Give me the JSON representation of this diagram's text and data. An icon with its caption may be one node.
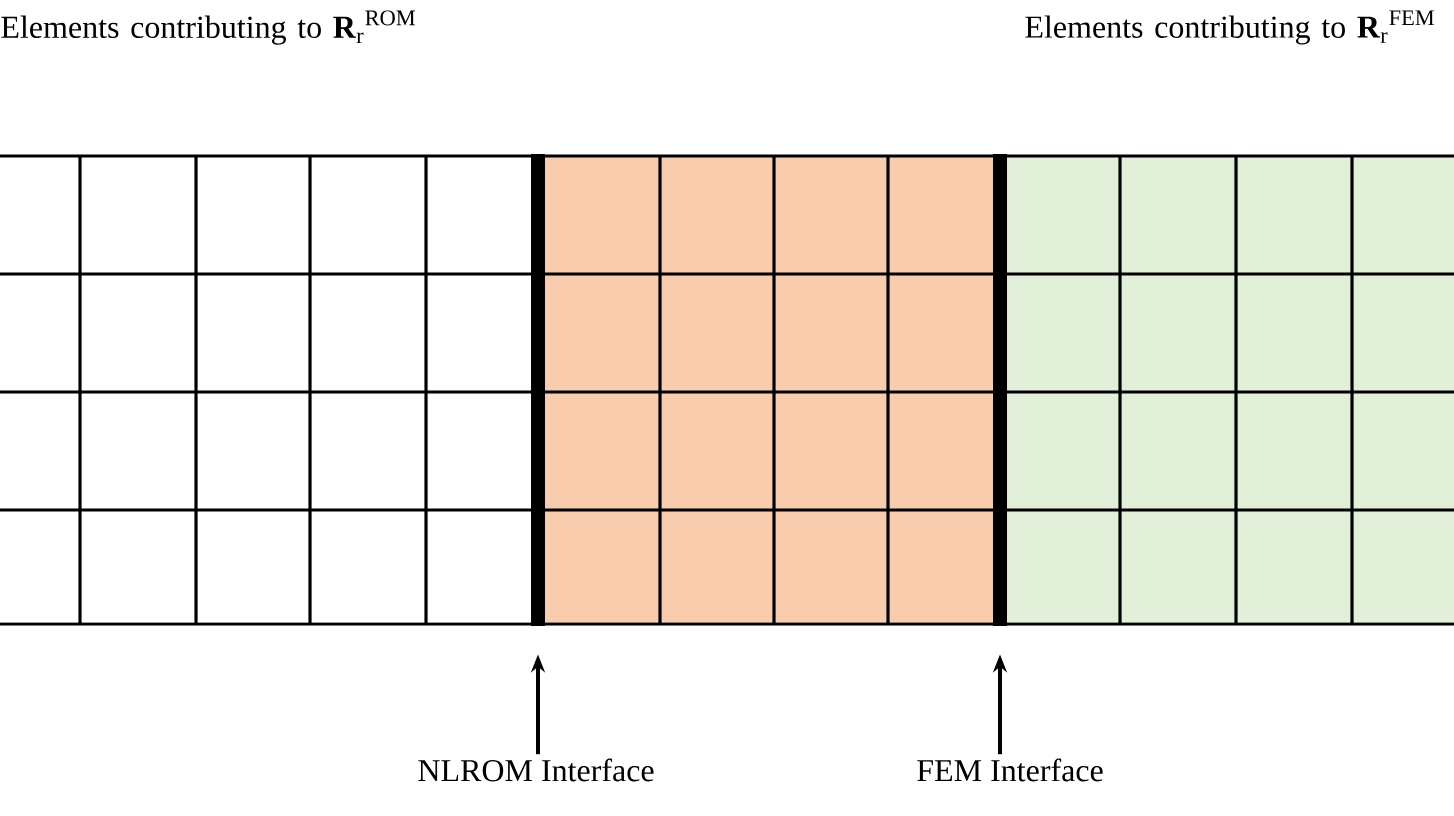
{
  "diagram": {
    "nodes": [
      {
        "text": [],
        "shape": "bar"
      },
      {
        "text": [],
        "shape": "bar"
      },
      {
        "text": [
          "NLROM Interface"
        ]
      },
      {
        "text": [
          "FEM Interface"
        ]
      }
    ],
    "edges": [
      {
        "from": 2,
        "to": 0,
        "arrow": "to"
      },
      {
        "from": 3,
        "to": 1,
        "arrow": "to"
      }
    ],
    "labels": [
      "Elements contributing to **R**$_{r}$$^{ROM}$",
      "Elements contributing to **R**$_{r}$$^{FEM}$"
    ]
  }
}
